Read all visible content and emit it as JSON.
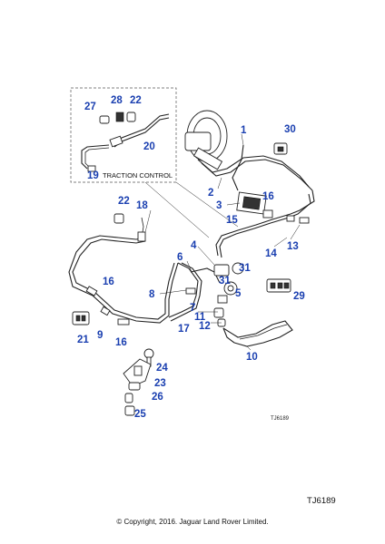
{
  "diagram": {
    "inset_label": "TRACTION CONTROL",
    "small_ref": "TJ6189",
    "bottom_ref": "TJ6189",
    "copyright": "© Copyright, 2016. Jaguar Land Rover Limited.",
    "callout_color": "#1a3fb0",
    "callouts": {
      "c1": "1",
      "c2": "2",
      "c3": "3",
      "c4": "4",
      "c5": "5",
      "c6": "6",
      "c7": "7",
      "c8": "8",
      "c9": "9",
      "c10": "10",
      "c11": "11",
      "c12": "12",
      "c13": "13",
      "c14": "14",
      "c15": "15",
      "c16a": "16",
      "c16b": "16",
      "c16c": "16",
      "c17": "17",
      "c18": "18",
      "c19": "19",
      "c20": "20",
      "c21": "21",
      "c22a": "22",
      "c22b": "22",
      "c23": "23",
      "c24": "24",
      "c25": "25",
      "c26": "26",
      "c27": "27",
      "c28": "28",
      "c29": "29",
      "c30": "30",
      "c31a": "31",
      "c31b": "31"
    }
  }
}
